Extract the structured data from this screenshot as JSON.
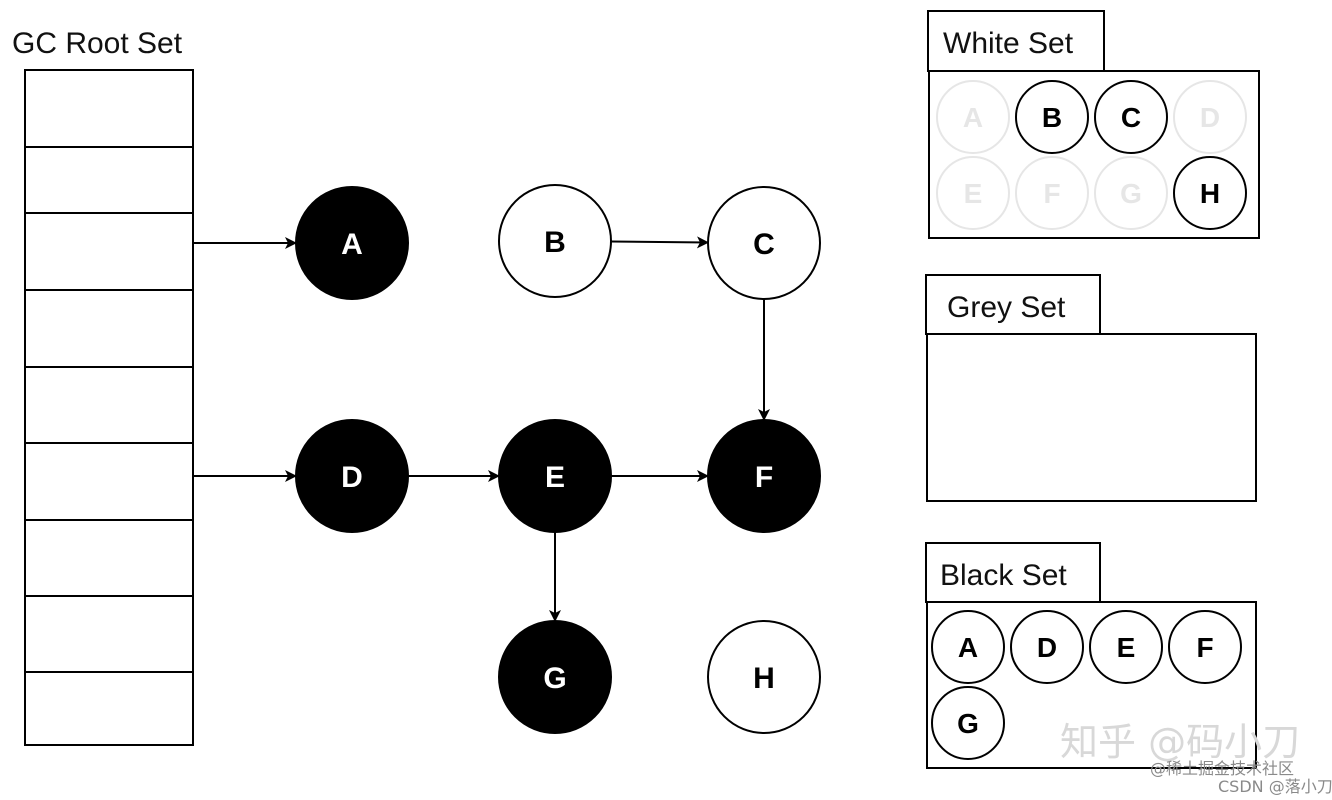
{
  "root_set": {
    "title": "GC Root Set",
    "slot_count": 9
  },
  "graph": {
    "nodes": [
      {
        "id": "A",
        "color": "black"
      },
      {
        "id": "B",
        "color": "white"
      },
      {
        "id": "C",
        "color": "white"
      },
      {
        "id": "D",
        "color": "black"
      },
      {
        "id": "E",
        "color": "black"
      },
      {
        "id": "F",
        "color": "black"
      },
      {
        "id": "G",
        "color": "black"
      },
      {
        "id": "H",
        "color": "white"
      }
    ],
    "root_edges": [
      {
        "from_slot": 3,
        "to": "A"
      },
      {
        "from_slot": 6,
        "to": "D"
      }
    ],
    "edges": [
      {
        "from": "B",
        "to": "C"
      },
      {
        "from": "C",
        "to": "F"
      },
      {
        "from": "D",
        "to": "E"
      },
      {
        "from": "E",
        "to": "F"
      },
      {
        "from": "E",
        "to": "G"
      }
    ]
  },
  "sets": {
    "white": {
      "title": "White Set",
      "items": [
        {
          "label": "A",
          "faded": true
        },
        {
          "label": "B",
          "faded": false
        },
        {
          "label": "C",
          "faded": false
        },
        {
          "label": "D",
          "faded": true
        },
        {
          "label": "E",
          "faded": true
        },
        {
          "label": "F",
          "faded": true
        },
        {
          "label": "G",
          "faded": true
        },
        {
          "label": "H",
          "faded": false
        }
      ]
    },
    "grey": {
      "title": "Grey Set",
      "items": []
    },
    "black": {
      "title": "Black Set",
      "items": [
        {
          "label": "A",
          "faded": false
        },
        {
          "label": "D",
          "faded": false
        },
        {
          "label": "E",
          "faded": false
        },
        {
          "label": "F",
          "faded": false
        },
        {
          "label": "G",
          "faded": false
        }
      ]
    }
  },
  "watermark": {
    "main": "知乎 @码小刀",
    "line1": "@稀土掘金技术社区",
    "line2": "CSDN @落小刀"
  },
  "colors": {
    "stroke": "#000000",
    "black_fill": "#000000",
    "white_fill": "#ffffff",
    "faded": "#e6e6e6"
  }
}
